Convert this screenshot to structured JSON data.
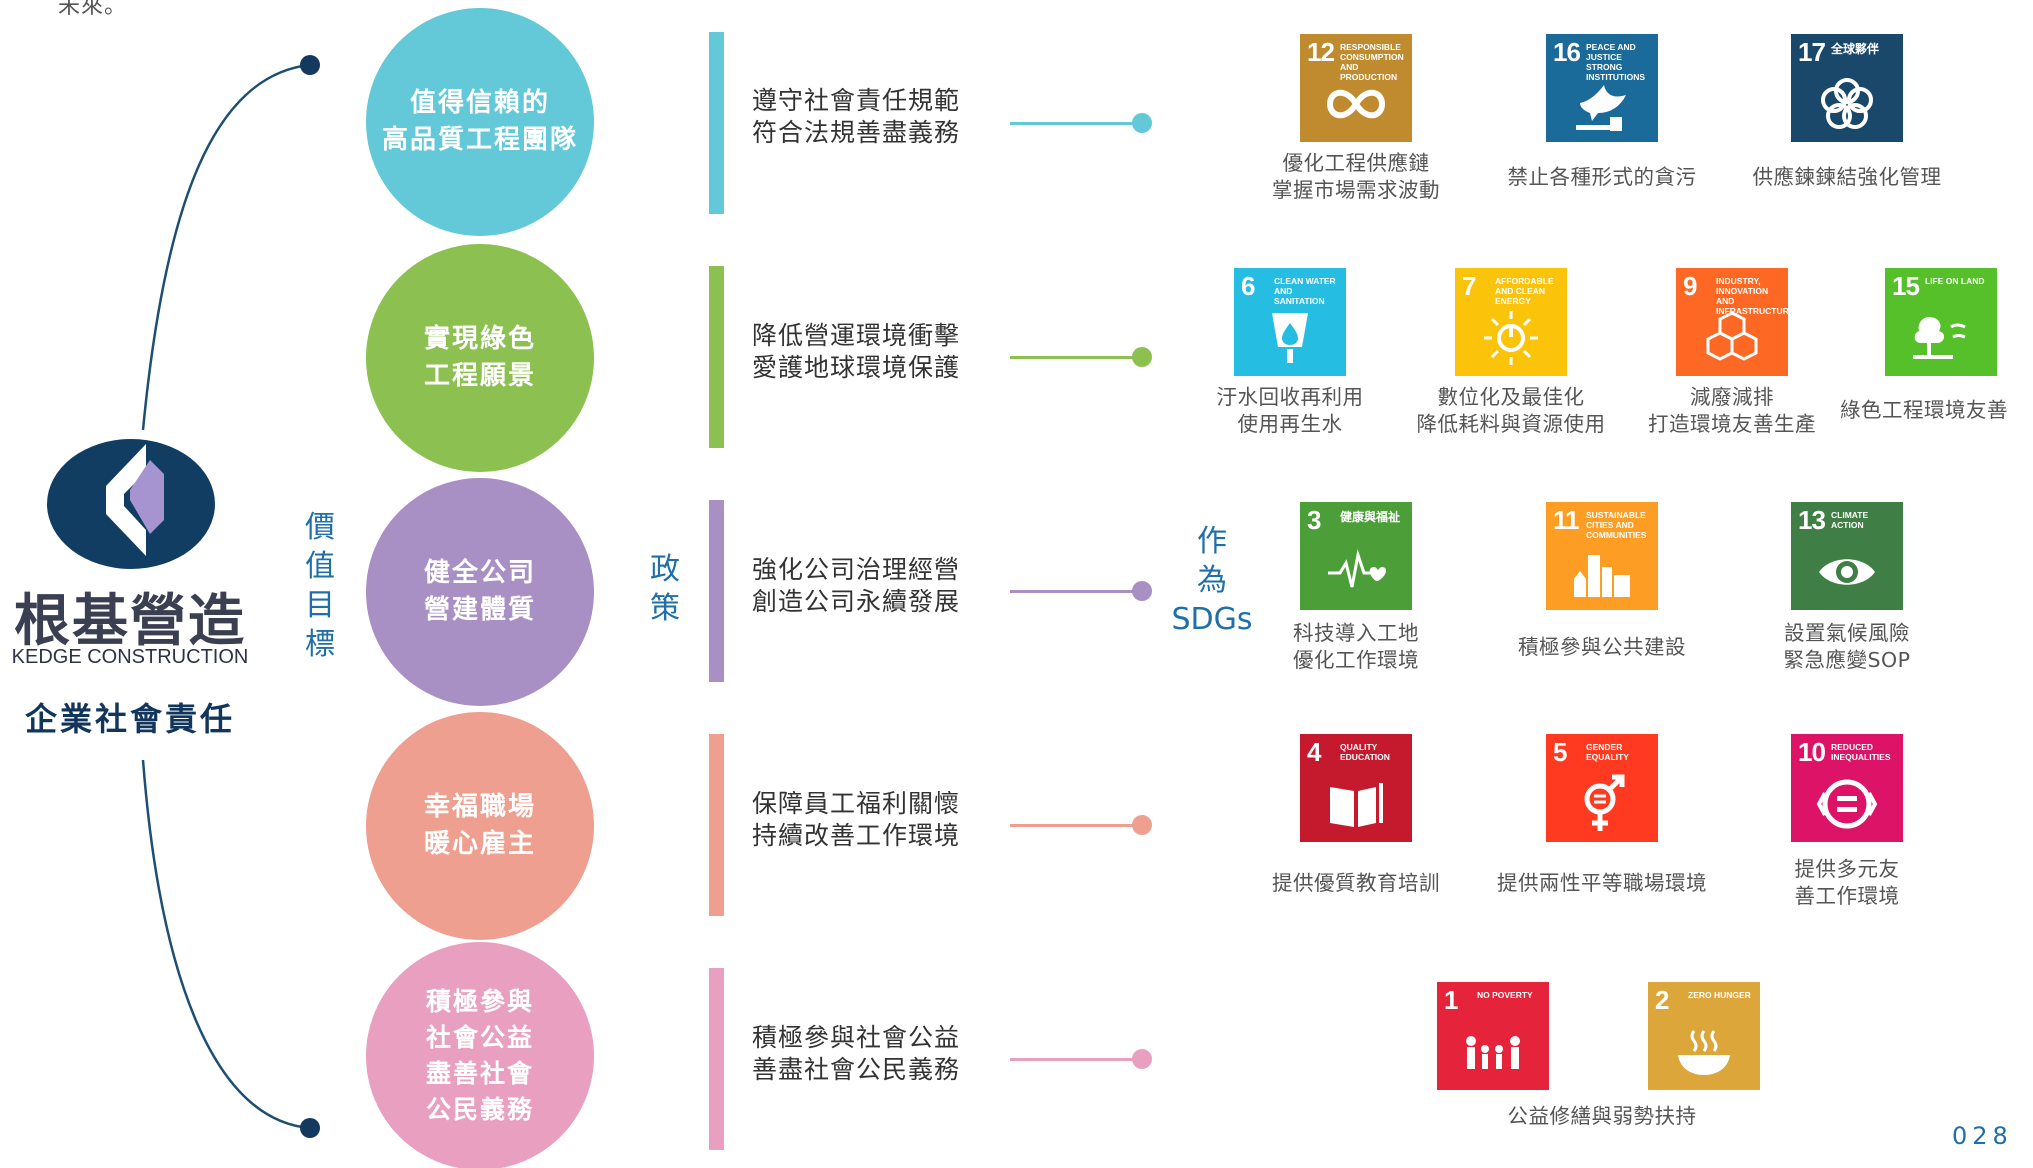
{
  "top_fragment": "未來。",
  "logo": {
    "company_cn": "根基營造",
    "company_en": "KEDGE CONSTRUCTION",
    "subtitle": "企業社會責任"
  },
  "labels": {
    "value": [
      "價",
      "值",
      "目",
      "標"
    ],
    "policy": [
      "政",
      "策"
    ],
    "sdg": [
      "作",
      "為",
      "SDGs"
    ]
  },
  "rows": [
    {
      "goal_lines": [
        "值得信賴的",
        "高品質工程團隊"
      ],
      "policy_lines": [
        "遵守社會責任規範",
        "符合法規善盡義務"
      ],
      "color": "#63c9d8",
      "sdgs": [
        {
          "num": "12",
          "title": "Responsible Consumption and Production",
          "icon": "infinity-icon",
          "color": "#bf8b2e",
          "caption": [
            "優化工程供應鏈",
            "掌握市場需求波動"
          ]
        },
        {
          "num": "16",
          "title": "Peace and Justice Strong Institutions",
          "icon": "dove-icon",
          "color": "#1a6a9a",
          "caption": [
            "禁止各種形式的貪污"
          ]
        },
        {
          "num": "17",
          "title": "全球夥伴",
          "icon": "partnership-flower-icon",
          "color": "#19486a",
          "caption": [
            "供應鍊鍊結強化管理"
          ]
        }
      ]
    },
    {
      "goal_lines": [
        "實現綠色",
        "工程願景"
      ],
      "policy_lines": [
        "降低營運環境衝擊",
        "愛護地球環境保護"
      ],
      "color": "#8cc152",
      "sdgs": [
        {
          "num": "6",
          "title": "Clean Water and Sanitation",
          "icon": "water-drop-icon",
          "color": "#26bde2",
          "caption": [
            "汙水回收再利用",
            "使用再生水"
          ]
        },
        {
          "num": "7",
          "title": "Affordable and Clean Energy",
          "icon": "sun-power-icon",
          "color": "#fcc30b",
          "caption": [
            "數位化及最佳化",
            "降低耗料與資源使用"
          ]
        },
        {
          "num": "9",
          "title": "Industry, Innovation and Infrastructure",
          "icon": "cubes-icon",
          "color": "#fd6925",
          "caption": [
            "減廢減排",
            "打造環境友善生產"
          ]
        },
        {
          "num": "15",
          "title": "Life on Land",
          "icon": "tree-icon",
          "color": "#56c02b",
          "caption": [
            "綠色工程環境友善"
          ]
        }
      ]
    },
    {
      "goal_lines": [
        "健全公司",
        "營建體質"
      ],
      "policy_lines": [
        "強化公司治理經營",
        "創造公司永續發展"
      ],
      "color": "#a88fc4",
      "sdgs": [
        {
          "num": "3",
          "title": "健康與福祉",
          "icon": "heartbeat-icon",
          "color": "#4c9f38",
          "caption": [
            "科技導入工地",
            "優化工作環境"
          ]
        },
        {
          "num": "11",
          "title": "Sustainable Cities and Communities",
          "icon": "city-icon",
          "color": "#fd9d24",
          "caption": [
            "積極參與公共建設"
          ]
        },
        {
          "num": "13",
          "title": "Climate Action",
          "icon": "eye-globe-icon",
          "color": "#3f7e44",
          "caption": [
            "設置氣候風險",
            "緊急應變SOP"
          ]
        }
      ]
    },
    {
      "goal_lines": [
        "幸福職場",
        "暖心雇主"
      ],
      "policy_lines": [
        "保障員工福利關懷",
        "持續改善工作環境"
      ],
      "color": "#ee9f90",
      "sdgs": [
        {
          "num": "4",
          "title": "Quality Education",
          "icon": "book-icon",
          "color": "#c5192d",
          "caption": [
            "提供優質教育培訓"
          ]
        },
        {
          "num": "5",
          "title": "Gender Equality",
          "icon": "gender-equality-icon",
          "color": "#ff3a21",
          "caption": [
            "提供兩性平等職場環境"
          ]
        },
        {
          "num": "10",
          "title": "Reduced Inequalities",
          "icon": "equals-icon",
          "color": "#dd1367",
          "caption": [
            "提供多元友",
            "善工作環境"
          ]
        }
      ]
    },
    {
      "goal_lines": [
        "積極參與",
        "社會公益",
        "盡善社會",
        "公民義務"
      ],
      "policy_lines": [
        "積極參與社會公益",
        "善盡社會公民義務"
      ],
      "color": "#e9a0c0",
      "sdgs": [
        {
          "num": "1",
          "title": "No Poverty",
          "icon": "family-icon",
          "color": "#e5243b",
          "caption": []
        },
        {
          "num": "2",
          "title": "Zero Hunger",
          "icon": "bowl-icon",
          "color": "#dda63a",
          "caption": []
        }
      ],
      "group_caption": "公益修繕與弱勢扶持"
    }
  ],
  "page_number": "028"
}
